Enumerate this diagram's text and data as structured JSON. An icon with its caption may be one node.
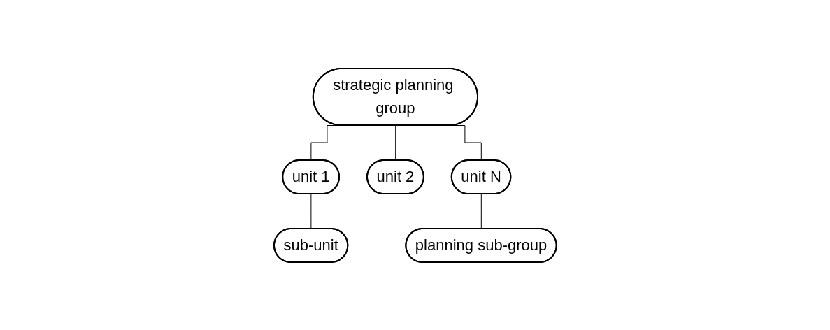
{
  "diagram": {
    "nodes": [
      {
        "text": [
          "strategic planning group"
        ]
      },
      {
        "text": [
          "unit 1"
        ]
      },
      {
        "text": [
          "unit 2"
        ]
      },
      {
        "text": [
          "unit N"
        ]
      },
      {
        "text": [
          "sub-unit"
        ]
      },
      {
        "text": [
          "planning sub-group"
        ]
      }
    ],
    "edges": [
      {
        "from": 0,
        "to": 1,
        "arrow": "none"
      },
      {
        "from": 0,
        "to": 2,
        "arrow": "none"
      },
      {
        "from": 0,
        "to": 3,
        "arrow": "none"
      },
      {
        "from": 1,
        "to": 4,
        "arrow": "none"
      },
      {
        "from": 3,
        "to": 5,
        "arrow": "none"
      }
    ]
  }
}
